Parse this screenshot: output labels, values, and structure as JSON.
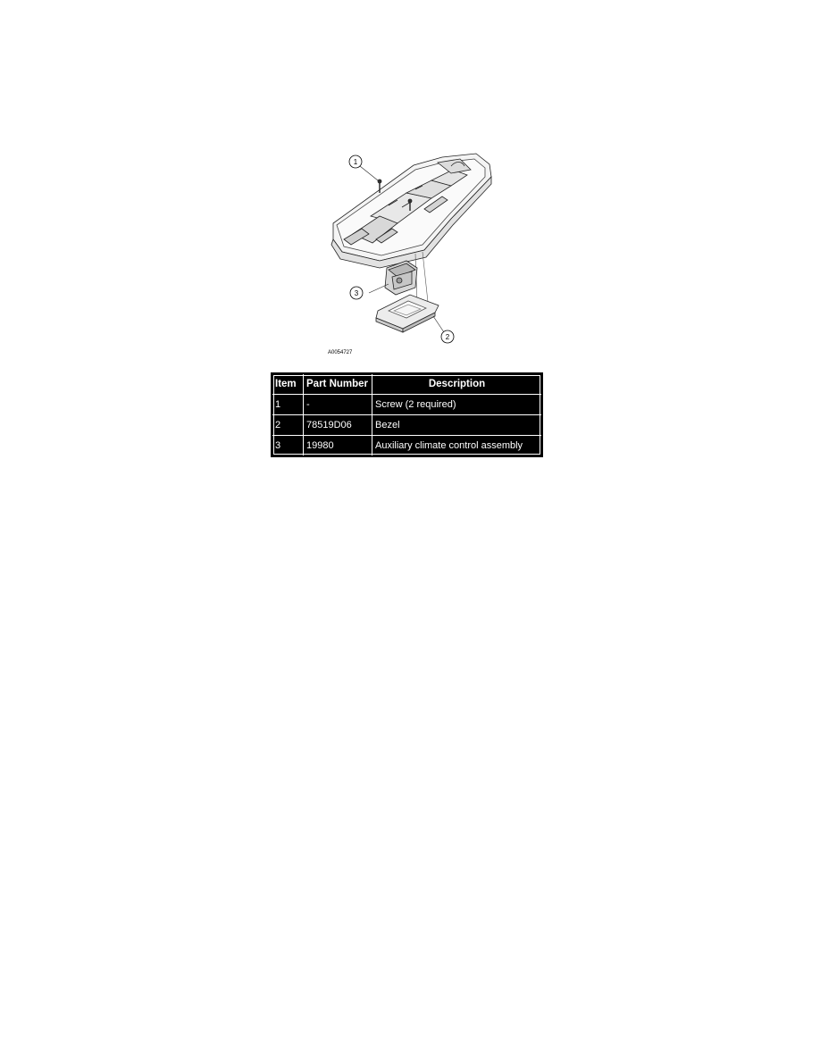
{
  "figure": {
    "callouts": [
      "1",
      "2",
      "3"
    ],
    "figure_id": "A0054727"
  },
  "table": {
    "headers": [
      "Item",
      "Part Number",
      "Description"
    ],
    "rows": [
      [
        "1",
        "-",
        "Screw (2 required)"
      ],
      [
        "2",
        "78519D06",
        "Bezel"
      ],
      [
        "3",
        "19980",
        "Auxiliary climate control assembly"
      ]
    ]
  }
}
